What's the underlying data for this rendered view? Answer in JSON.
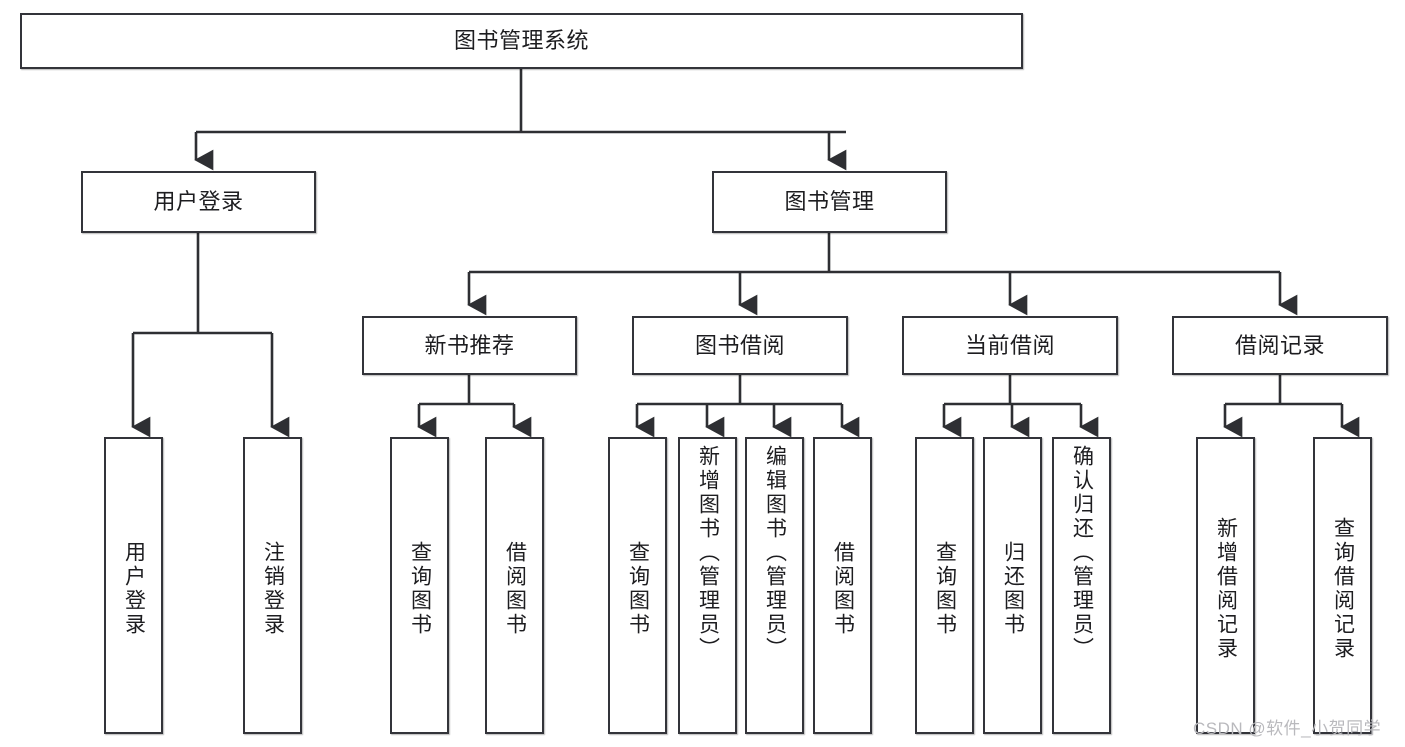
{
  "diagram": {
    "title": "图书管理系统",
    "type": "tree-hierarchy-chart",
    "watermark": "CSDN @软件_小贺同学",
    "colors": {
      "box_stroke": "#33343a",
      "box_fill": "#ffffff",
      "connector": "#2e2f33",
      "text": "#1d1d20",
      "watermark": "#b9b9bd",
      "background": "#ffffff"
    },
    "root": {
      "id": "root",
      "label": "图书管理系统",
      "orientation": "horizontal"
    },
    "level2": [
      {
        "id": "user-login",
        "label": "用户登录",
        "orientation": "horizontal"
      },
      {
        "id": "book-management",
        "label": "图书管理",
        "orientation": "horizontal"
      }
    ],
    "level3": [
      {
        "id": "new-book-recommend",
        "label": "新书推荐",
        "orientation": "horizontal",
        "parent": "book-management"
      },
      {
        "id": "book-borrow",
        "label": "图书借阅",
        "orientation": "horizontal",
        "parent": "book-management"
      },
      {
        "id": "current-borrow",
        "label": "当前借阅",
        "orientation": "horizontal",
        "parent": "book-management"
      },
      {
        "id": "borrow-record",
        "label": "借阅记录",
        "orientation": "horizontal",
        "parent": "book-management"
      }
    ],
    "leaves": [
      {
        "id": "leaf-user-login",
        "label": "用户登录",
        "orientation": "vertical",
        "parent": "user-login"
      },
      {
        "id": "leaf-logout",
        "label": "注销登录",
        "orientation": "vertical",
        "parent": "user-login"
      },
      {
        "id": "leaf-query-book-1",
        "label": "查询图书",
        "orientation": "vertical",
        "parent": "new-book-recommend"
      },
      {
        "id": "leaf-borrow-book-1",
        "label": "借阅图书",
        "orientation": "vertical",
        "parent": "new-book-recommend"
      },
      {
        "id": "leaf-query-book-2",
        "label": "查询图书",
        "orientation": "vertical",
        "parent": "book-borrow"
      },
      {
        "id": "leaf-add-book",
        "label": "新增图书（管理员）",
        "orientation": "vertical",
        "parent": "book-borrow"
      },
      {
        "id": "leaf-edit-book",
        "label": "编辑图书（管理员）",
        "orientation": "vertical",
        "parent": "book-borrow"
      },
      {
        "id": "leaf-borrow-book-2",
        "label": "借阅图书",
        "orientation": "vertical",
        "parent": "book-borrow"
      },
      {
        "id": "leaf-query-book-3",
        "label": "查询图书",
        "orientation": "vertical",
        "parent": "current-borrow"
      },
      {
        "id": "leaf-return-book",
        "label": "归还图书",
        "orientation": "vertical",
        "parent": "current-borrow"
      },
      {
        "id": "leaf-confirm-return",
        "label": "确认归还（管理员）",
        "orientation": "vertical",
        "parent": "current-borrow"
      },
      {
        "id": "leaf-add-record",
        "label": "新增借阅记录",
        "orientation": "vertical",
        "parent": "borrow-record"
      },
      {
        "id": "leaf-query-record",
        "label": "查询借阅记录",
        "orientation": "vertical",
        "parent": "borrow-record"
      }
    ]
  }
}
